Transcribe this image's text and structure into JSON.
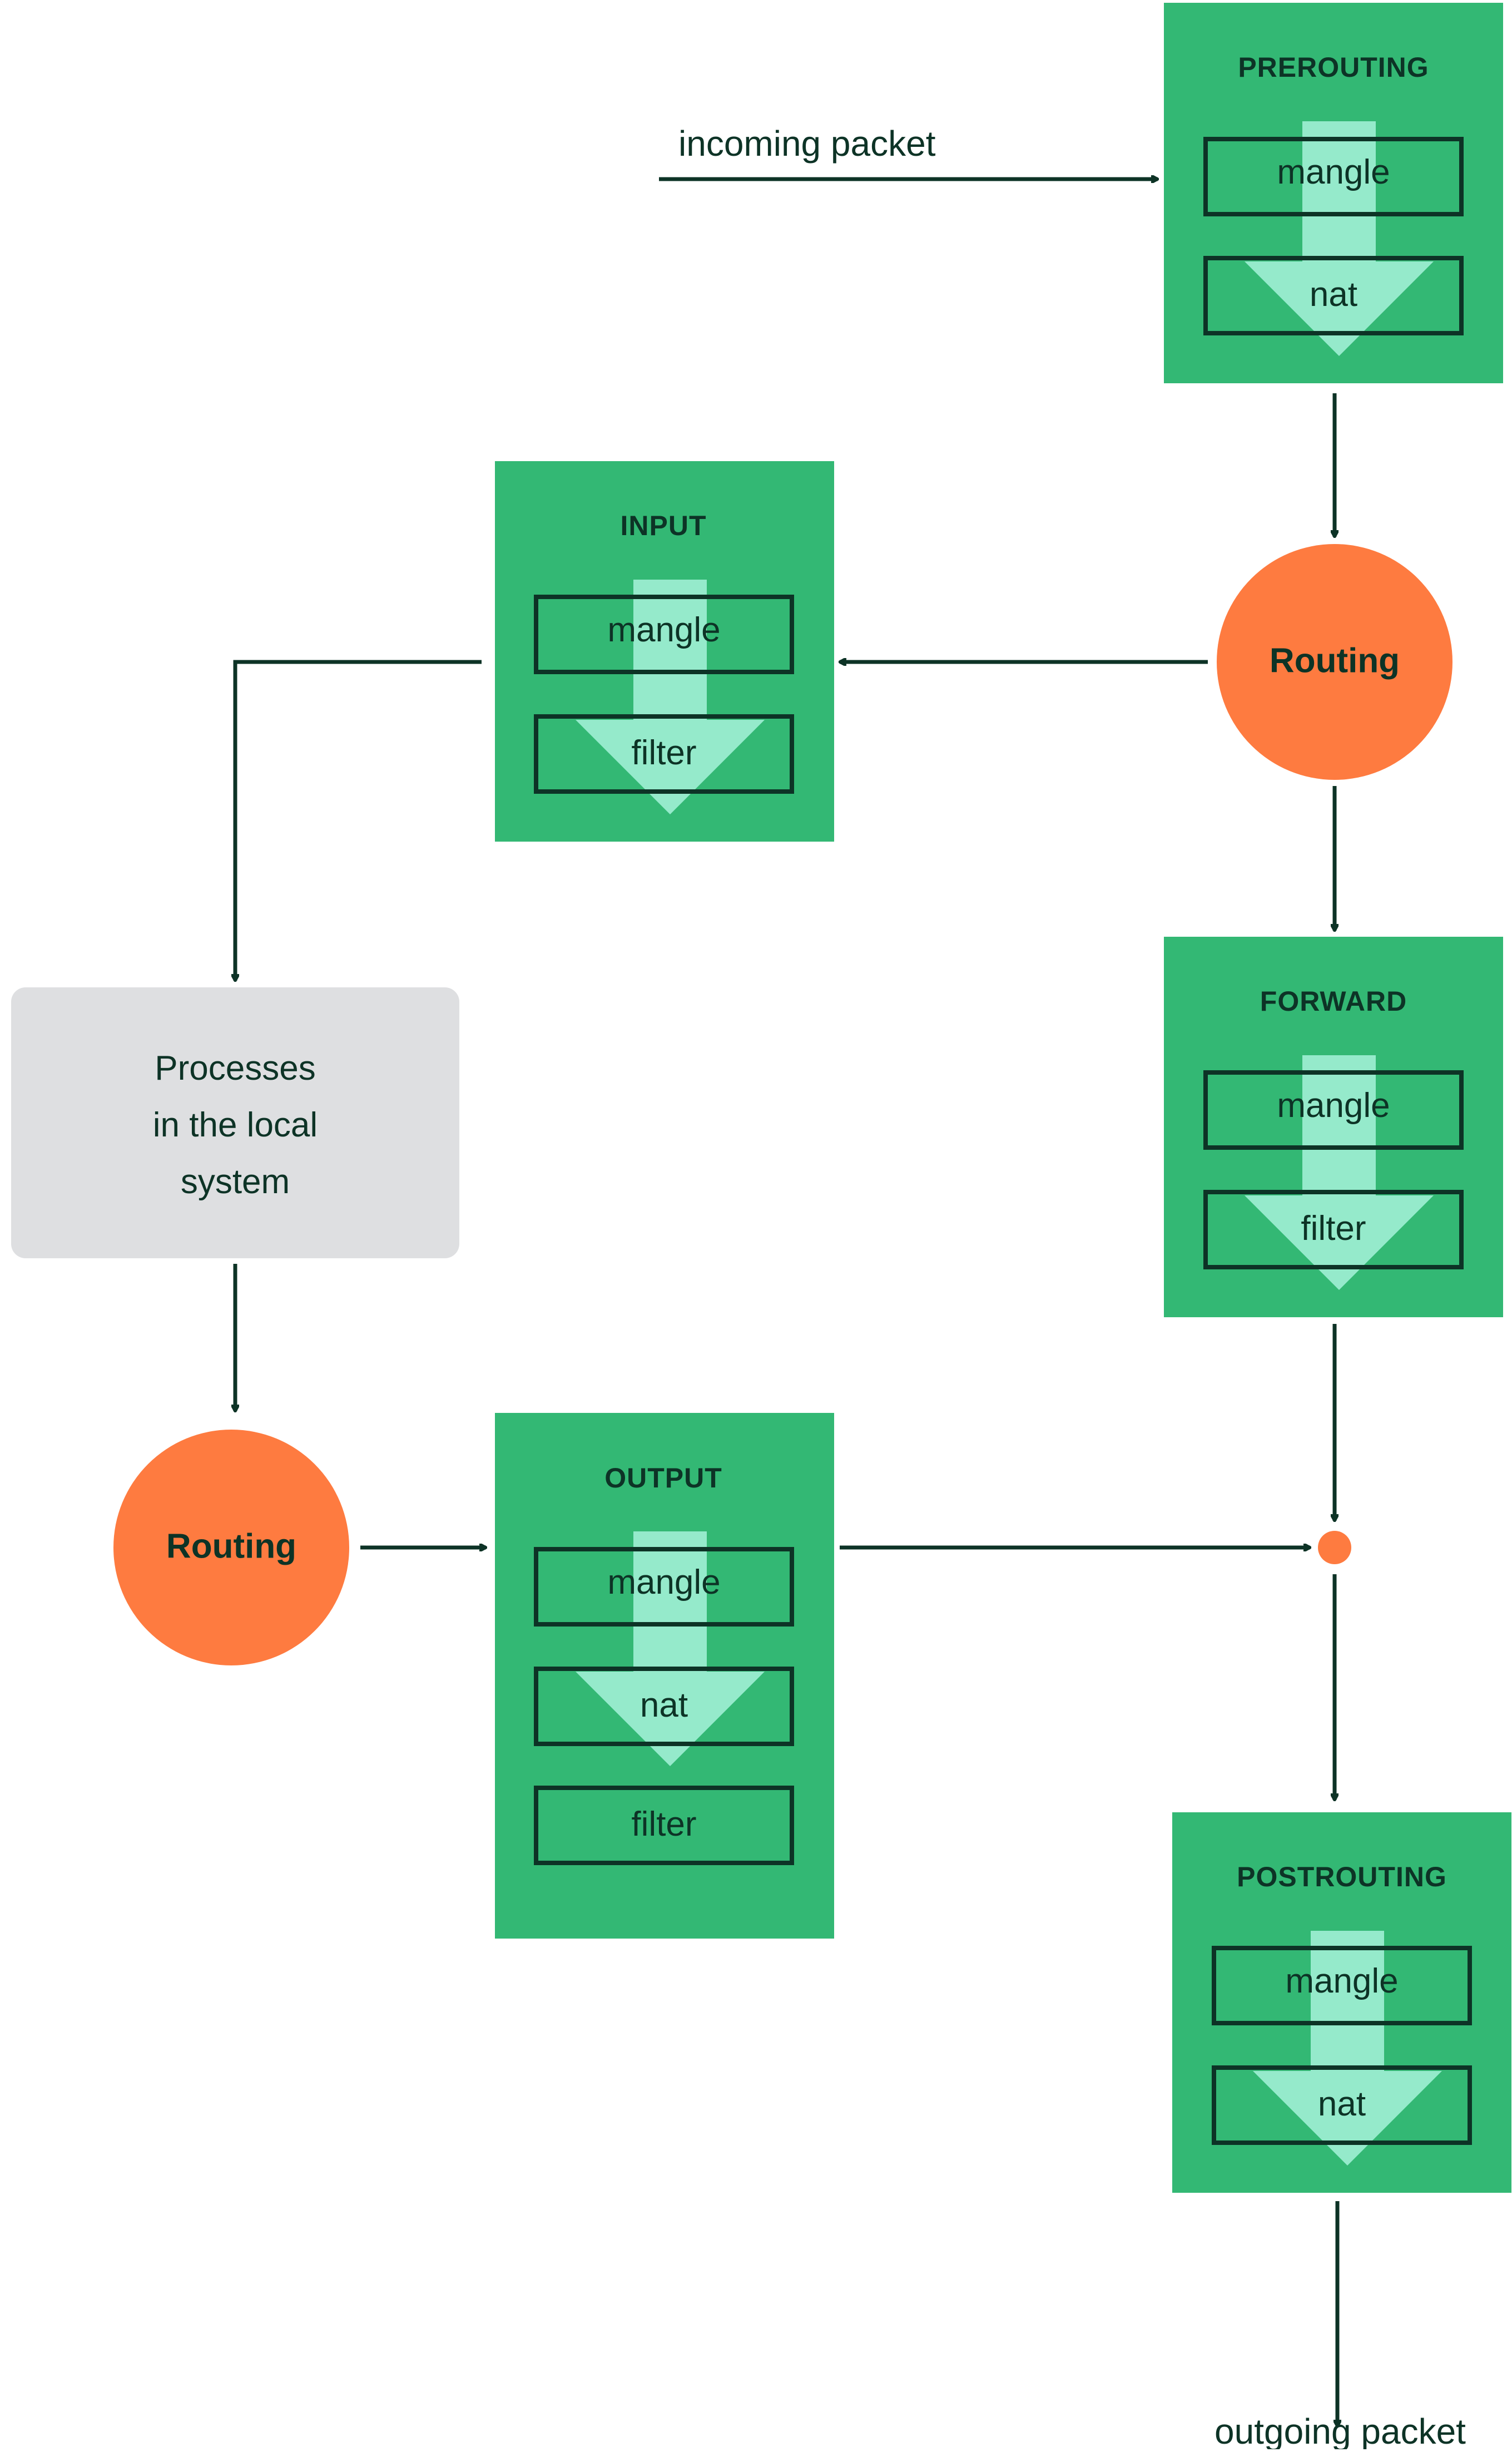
{
  "colors": {
    "chain_green": "#33B874",
    "table_arrow_mint": "#95EACB",
    "ink_dark": "#0D3326",
    "routing_orange": "#FE7B40",
    "process_gray": "#DEDFE1"
  },
  "labels": {
    "incoming": "incoming packet",
    "outgoing": "outgoing packet"
  },
  "chains": {
    "prerouting": {
      "title": "PREROUTING",
      "tables": [
        "mangle",
        "nat"
      ]
    },
    "input": {
      "title": "INPUT",
      "tables": [
        "mangle",
        "filter"
      ]
    },
    "forward": {
      "title": "FORWARD",
      "tables": [
        "mangle",
        "filter"
      ]
    },
    "output": {
      "title": "OUTPUT",
      "tables": [
        "mangle",
        "nat",
        "filter"
      ]
    },
    "postrouting": {
      "title": "POSTROUTING",
      "tables": [
        "mangle",
        "nat"
      ]
    }
  },
  "routing": {
    "right": "Routing",
    "left": "Routing"
  },
  "process": {
    "lines": [
      "Processes",
      "in the local",
      "system"
    ]
  }
}
